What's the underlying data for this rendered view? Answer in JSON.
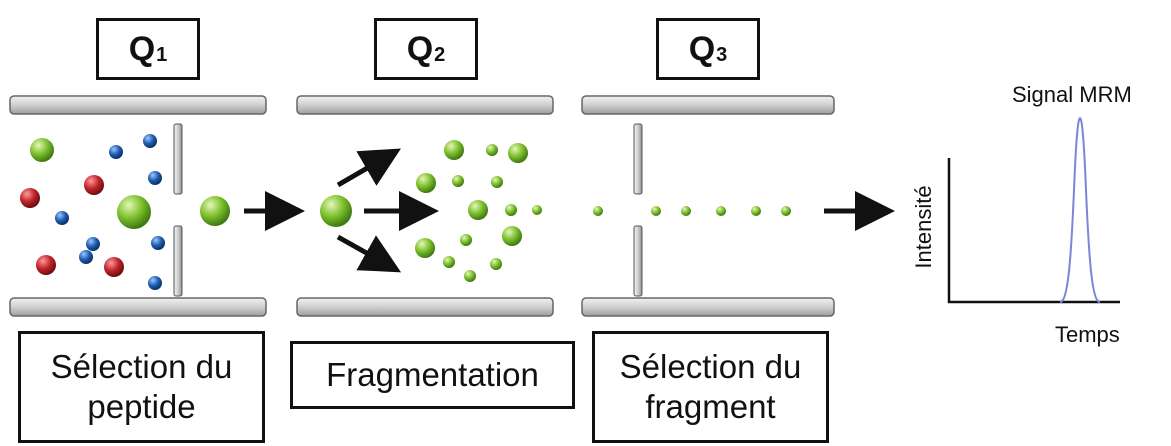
{
  "quadrupoles": [
    {
      "symbol": "Q",
      "subscript": "1",
      "label": "Sélection du\npeptide"
    },
    {
      "symbol": "Q",
      "subscript": "2",
      "label": "Fragmentation"
    },
    {
      "symbol": "Q",
      "subscript": "3",
      "label": "Sélection du\nfragment"
    }
  ],
  "signal": {
    "title": "Signal MRM",
    "ylabel": "Intensité",
    "xlabel": "Temps"
  },
  "colors": {
    "green_ion": "#7cbf2c",
    "red_ion": "#c0242a",
    "blue_ion": "#1f5fb0",
    "rod": "#cfcfcf",
    "peak": "#7c86d6"
  }
}
